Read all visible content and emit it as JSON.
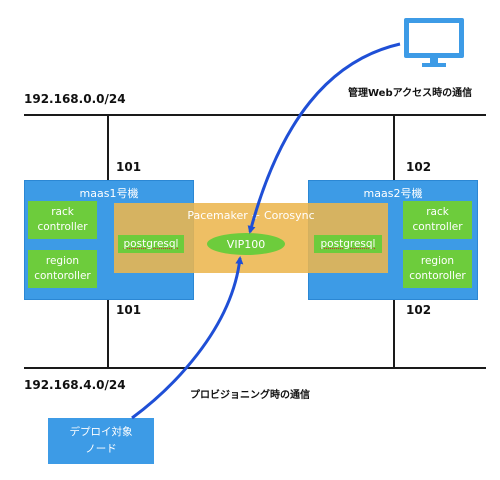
{
  "networks": {
    "top": {
      "label": "192.168.0.0/24"
    },
    "bottom": {
      "label": "192.168.4.0/24"
    }
  },
  "ip_labels": {
    "left_top": "101",
    "right_top": "102",
    "left_bottom": "101",
    "right_bottom": "102"
  },
  "nodes": {
    "left": {
      "title": "maas1号機",
      "rack": [
        "rack",
        "controller"
      ],
      "region": [
        "region",
        "contoroller"
      ]
    },
    "right": {
      "title": "maas2号機",
      "rack": [
        "rack",
        "controller"
      ],
      "region": [
        "region",
        "contoroller"
      ]
    }
  },
  "cluster": {
    "title": "Pacemaker + Corosync",
    "postgres_left": "postgresql",
    "postgres_right": "postgresql",
    "vip": "VIP100"
  },
  "deploy_target": {
    "lines": [
      "デプロイ対象",
      "ノード"
    ]
  },
  "communications": {
    "web": "管理Webアクセス時の通信",
    "provisioning": "プロビジョニング時の通信"
  },
  "colors": {
    "node_blue": "#3d9be6",
    "component_green": "#6dcc3c",
    "cluster_orange": "#ecb64e",
    "arrow_blue": "#1f4fd6"
  },
  "icons": {
    "monitor": "monitor-icon"
  }
}
